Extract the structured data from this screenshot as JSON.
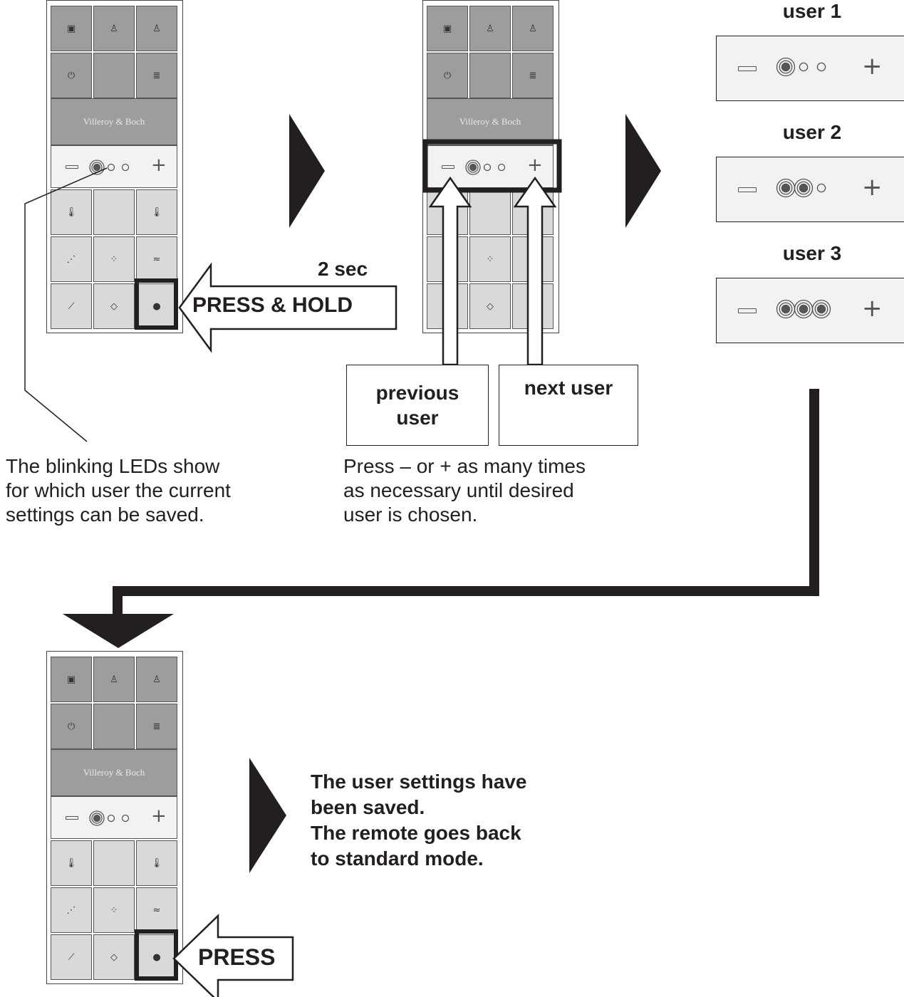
{
  "remote": {
    "brand": "Villeroy & Boch"
  },
  "step1": {
    "duration": "2 sec",
    "action": "PRESS & HOLD",
    "caption": [
      "The blinking LEDs show",
      "for which user the current",
      "settings can be saved."
    ]
  },
  "step2": {
    "previous_label": [
      "previous",
      "user"
    ],
    "next_label": "next user",
    "caption": [
      "Press – or + as many times",
      "as necessary until desired",
      "user is chosen."
    ]
  },
  "users": [
    {
      "title": "user 1",
      "leds_lit": 1
    },
    {
      "title": "user 2",
      "leds_lit": 2
    },
    {
      "title": "user 3",
      "leds_lit": 3
    }
  ],
  "step3": {
    "action": "PRESS",
    "result": [
      "The user settings have",
      "been saved.",
      "The remote goes back",
      "to standard mode."
    ]
  },
  "icons": [
    "square-icon",
    "person-standing-icon",
    "person-icon",
    "power-icon",
    "layers-icon",
    "temperature-water-icon",
    "temperature-seat-icon",
    "spray-icon",
    "spray-wide-icon",
    "dryer-icon",
    "wand-icon",
    "drop-icon",
    "user-icon"
  ]
}
